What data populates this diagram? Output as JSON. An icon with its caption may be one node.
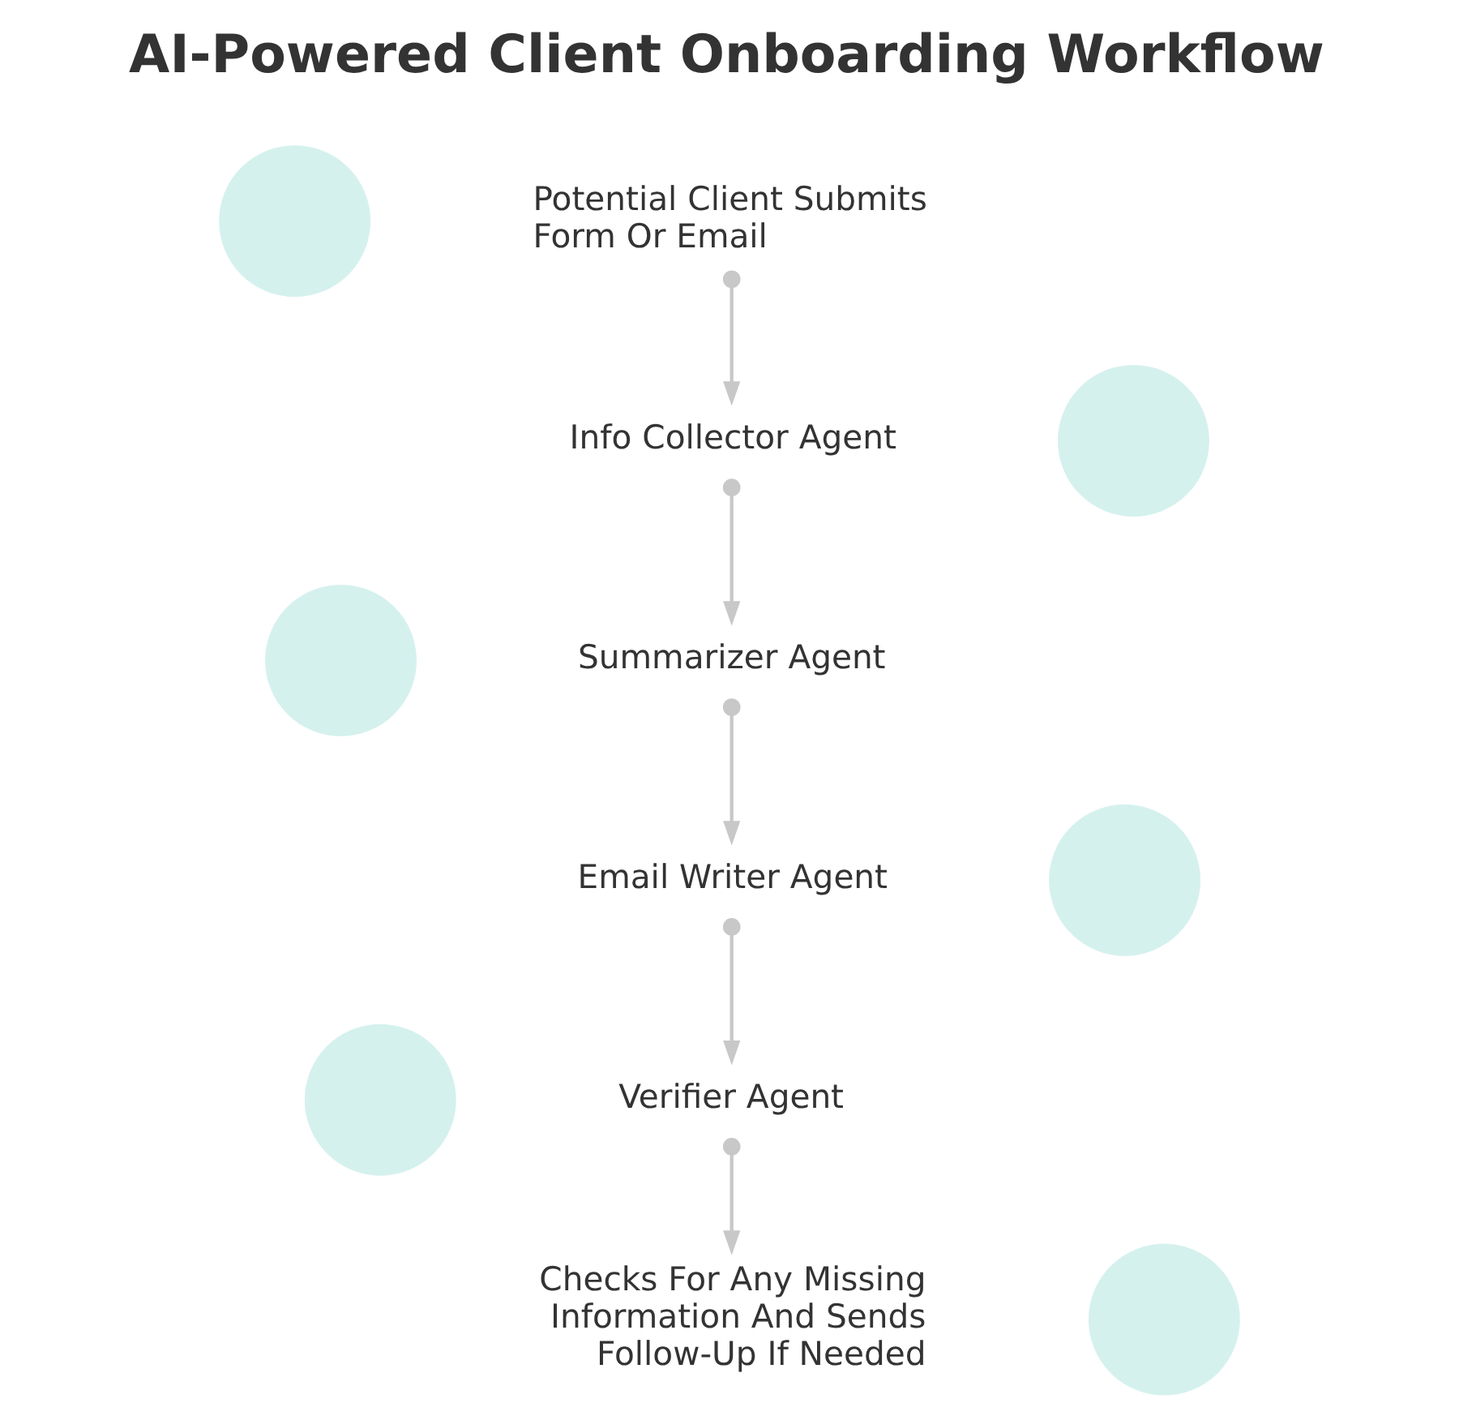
{
  "diagram": {
    "title": "AI-Powered Client Onboarding Workflow",
    "nodes": [
      {
        "text": [],
        "shape": "circle"
      },
      {
        "text": [
          "Potential Client Submits Form Or Email"
        ]
      },
      {
        "text": [
          "Info Collector Agent"
        ]
      },
      {
        "text": [],
        "shape": "circle"
      },
      {
        "text": [],
        "shape": "circle"
      },
      {
        "text": [
          "Summarizer Agent"
        ]
      },
      {
        "text": [
          "Email Writer Agent"
        ]
      },
      {
        "text": [],
        "shape": "circle"
      },
      {
        "text": [],
        "shape": "circle"
      },
      {
        "text": [
          "Verifier Agent"
        ]
      },
      {
        "text": [
          "Checks For Any Missing Information And Sends Follow-Up If Needed"
        ]
      },
      {
        "text": [],
        "shape": "circle"
      }
    ],
    "edges": [
      {
        "from": 1,
        "to": 2,
        "arrow": "to"
      },
      {
        "from": 2,
        "to": 5,
        "arrow": "to"
      },
      {
        "from": 5,
        "to": 6,
        "arrow": "to"
      },
      {
        "from": 6,
        "to": 9,
        "arrow": "to"
      },
      {
        "from": 9,
        "to": 10,
        "arrow": "to"
      }
    ]
  }
}
